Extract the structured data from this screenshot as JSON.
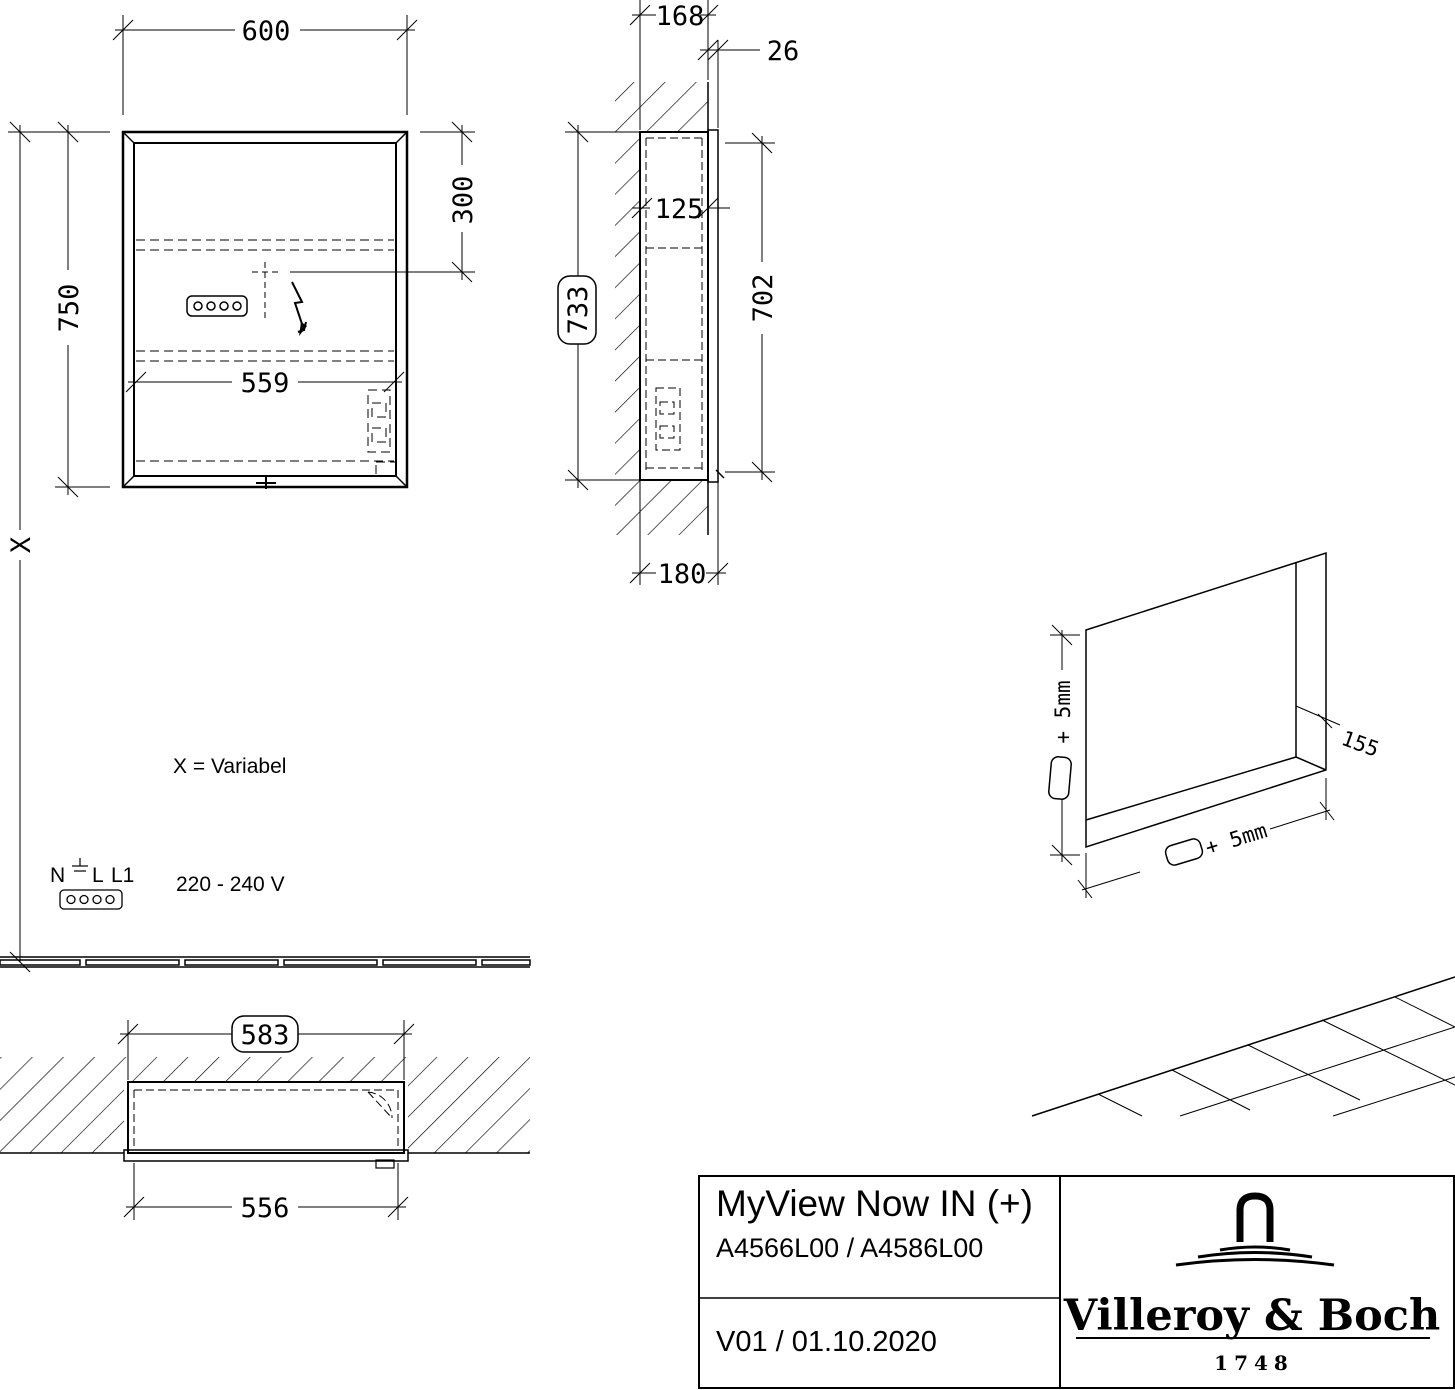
{
  "front_view": {
    "width_label": "600",
    "height_label": "750",
    "socket_height_label": "300",
    "inner_width_label": "559",
    "floor_distance_label": "X"
  },
  "side_view": {
    "depth_label": "168",
    "front_label": "26",
    "compartment_label": "125",
    "niche_height_label": "733",
    "height_label": "702",
    "total_depth_label": "180"
  },
  "top_view": {
    "niche_width_label": "583",
    "inner_width_label": "556"
  },
  "niche_iso": {
    "depth_label": "155",
    "height_tolerance_label": "+ 5mm",
    "width_tolerance_label": "+ 5mm"
  },
  "notes": {
    "variable": "X = Variabel",
    "terminal_n": "N",
    "terminal_l": "L",
    "terminal_l1": "L1",
    "voltage": "220 - 240 V"
  },
  "title_block": {
    "product_name": "MyView Now IN (+)",
    "article_numbers": "A4566L00 / A4586L00",
    "version": "V01 / 01.10.2020",
    "brand": "Villeroy & Boch",
    "brand_year": "1748"
  }
}
